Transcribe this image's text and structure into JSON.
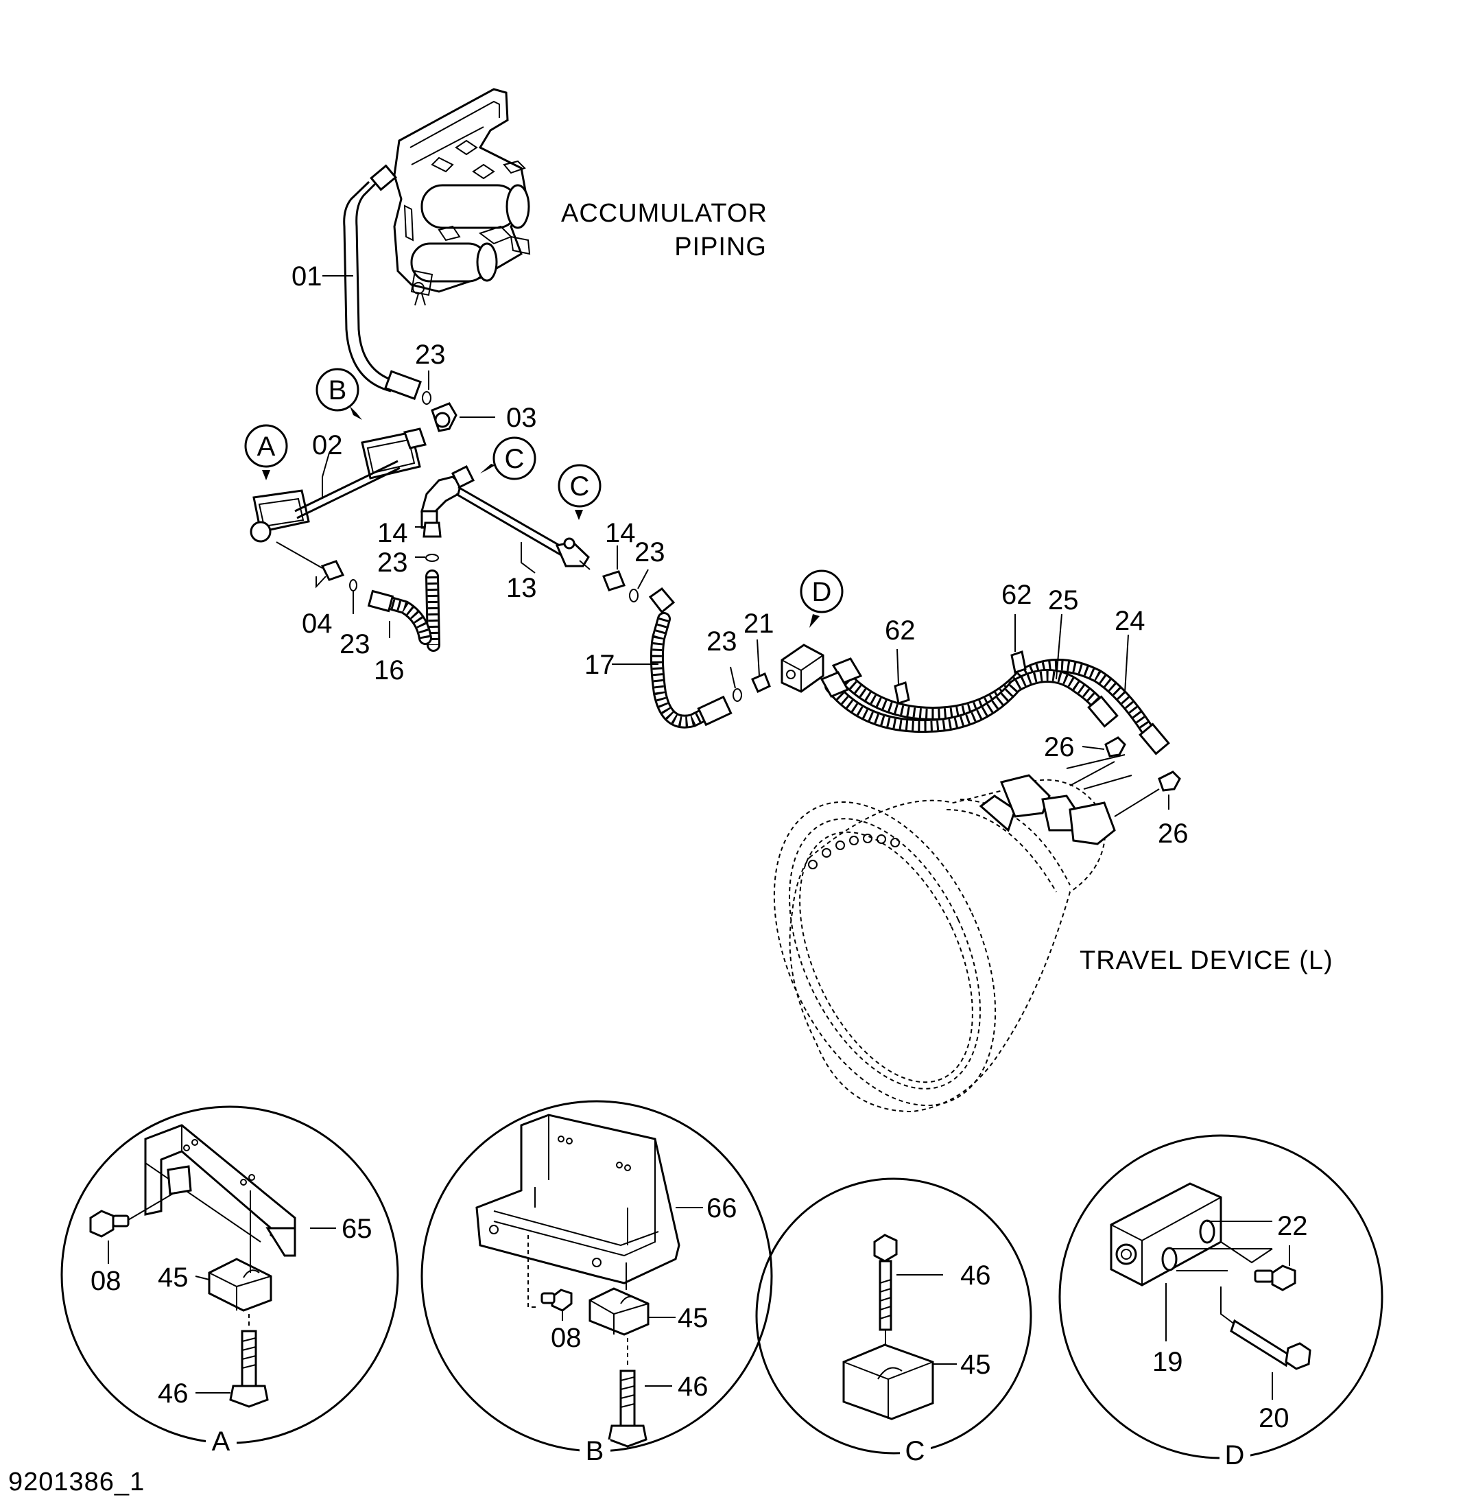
{
  "titles": {
    "accumulator_line1": "ACCUMULATOR",
    "accumulator_line2": "PIPING",
    "travel_device": "TRAVEL  DEVICE  (L)",
    "drawing_number": "9201386_1"
  },
  "callouts": {
    "a": "A",
    "b": "B",
    "c": "C",
    "d": "D"
  },
  "part_numbers": {
    "p01": "01",
    "p02": "02",
    "p03": "03",
    "p04": "04",
    "p13": "13",
    "p14a": "14",
    "p14b": "14",
    "p16": "16",
    "p17": "17",
    "p21": "21",
    "p23a": "23",
    "p23b": "23",
    "p23c": "23",
    "p23d": "23",
    "p23e": "23",
    "p24": "24",
    "p25": "25",
    "p26a": "26",
    "p26b": "26",
    "p62a": "62",
    "p62b": "62"
  },
  "details": {
    "a": {
      "label": "A",
      "parts": [
        "65",
        "08",
        "45",
        "46"
      ]
    },
    "b": {
      "label": "B",
      "parts": [
        "66",
        "08",
        "45",
        "46"
      ]
    },
    "c": {
      "label": "C",
      "parts": [
        "46",
        "45"
      ]
    },
    "d": {
      "label": "D",
      "parts": [
        "22",
        "19",
        "20"
      ]
    }
  }
}
